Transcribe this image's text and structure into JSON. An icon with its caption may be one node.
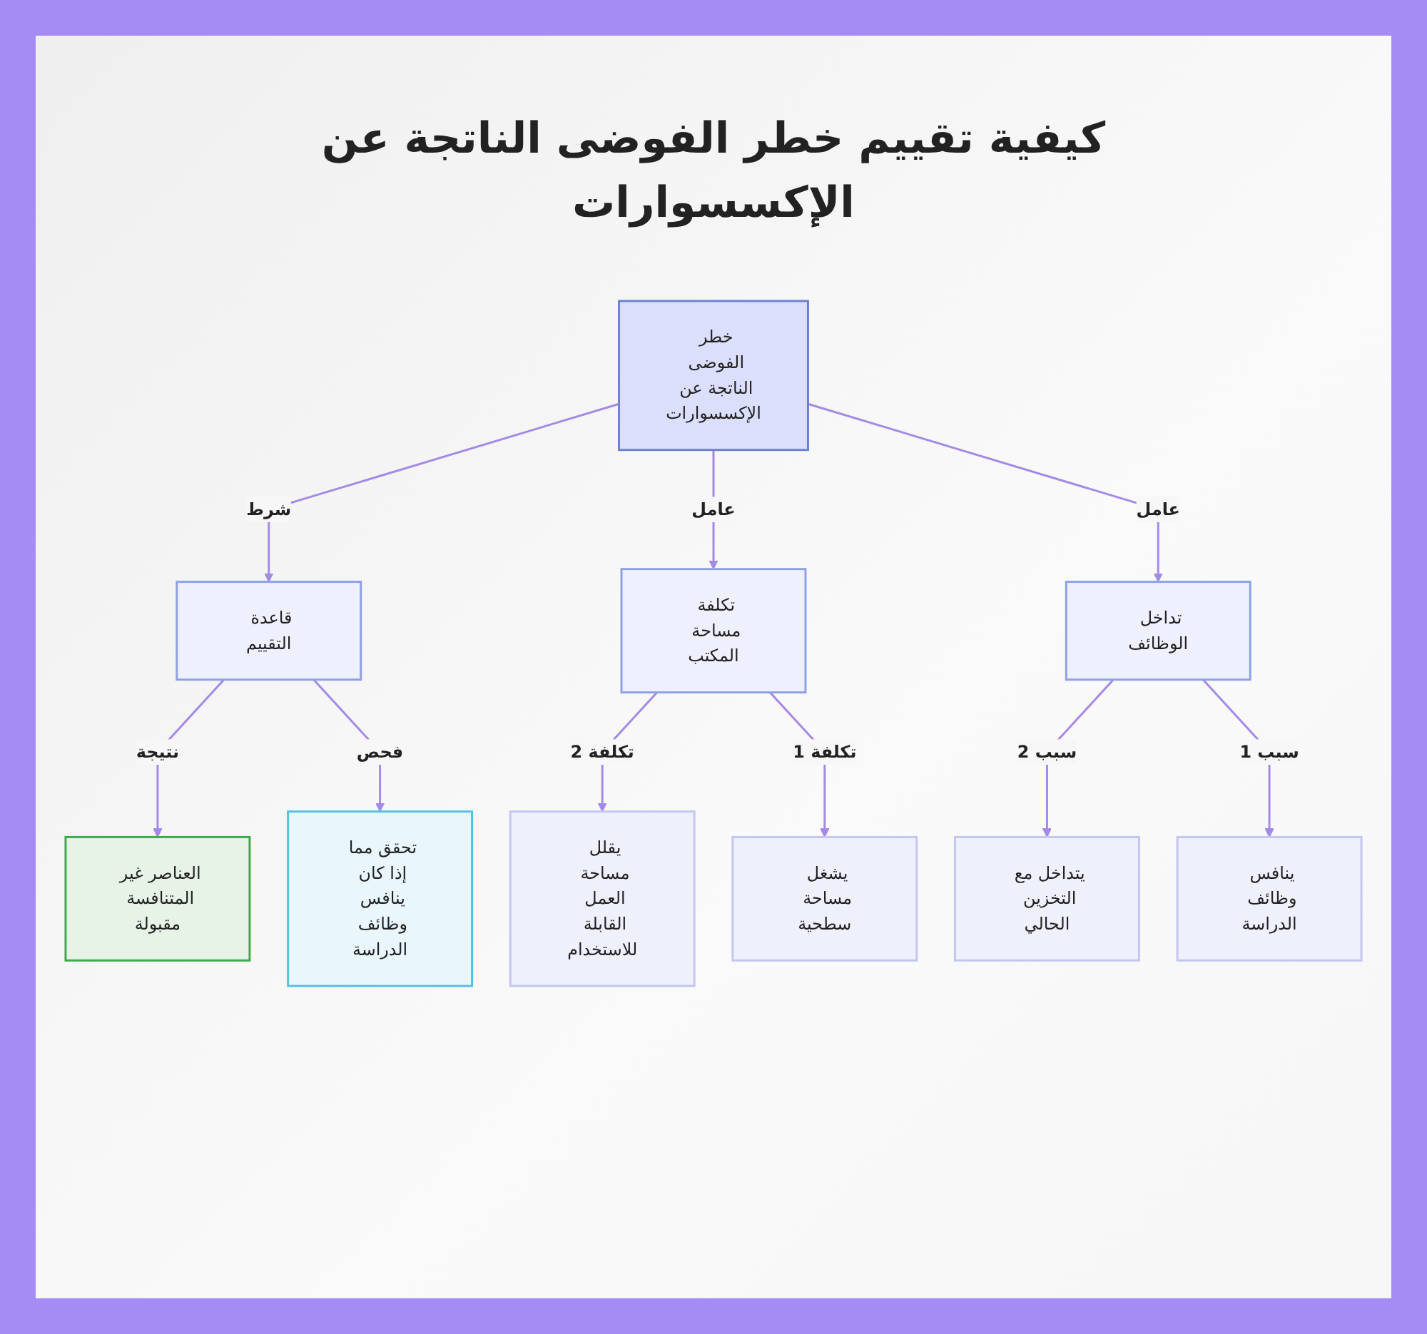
{
  "diagram": {
    "title": "كيفية تقييم خطر الفوضى الناتجة عن الإكسسوارات",
    "nodes": [
      {
        "text": [
          "خطر الفوضى الناتجة عن الإكسسوارات"
        ]
      },
      {
        "text": [
          "تداخل الوظائف"
        ]
      },
      {
        "text": [
          "تكلفة مساحة المكتب"
        ]
      },
      {
        "text": [
          "قاعدة التقييم"
        ]
      },
      {
        "text": [
          "ينافس وظائف الدراسة"
        ]
      },
      {
        "text": [
          "يتداخل مع التخزين الحالي"
        ]
      },
      {
        "text": [
          "يشغل مساحة سطحية"
        ]
      },
      {
        "text": [
          "يقلل مساحة العمل القابلة للاستخدام"
        ]
      },
      {
        "text": [
          "تحقق مما إذا كان ينافس وظائف الدراسة"
        ]
      },
      {
        "text": [
          "العناصر غير المتنافسة مقبولة"
        ]
      }
    ],
    "edges": [
      {
        "from": 0,
        "to": 1,
        "arrow": "to",
        "label": "عامل"
      },
      {
        "from": 0,
        "to": 2,
        "arrow": "to",
        "label": "عامل"
      },
      {
        "from": 0,
        "to": 3,
        "arrow": "to",
        "label": "شرط"
      },
      {
        "from": 1,
        "to": 4,
        "arrow": "to",
        "label": "سبب 1"
      },
      {
        "from": 1,
        "to": 5,
        "arrow": "to",
        "label": "سبب 2"
      },
      {
        "from": 2,
        "to": 6,
        "arrow": "to",
        "label": "تكلفة 1"
      },
      {
        "from": 2,
        "to": 7,
        "arrow": "to",
        "label": "تكلفة 2"
      },
      {
        "from": 3,
        "to": 8,
        "arrow": "to",
        "label": "فحص"
      },
      {
        "from": 3,
        "to": 9,
        "arrow": "to",
        "label": "نتيجة"
      }
    ]
  }
}
